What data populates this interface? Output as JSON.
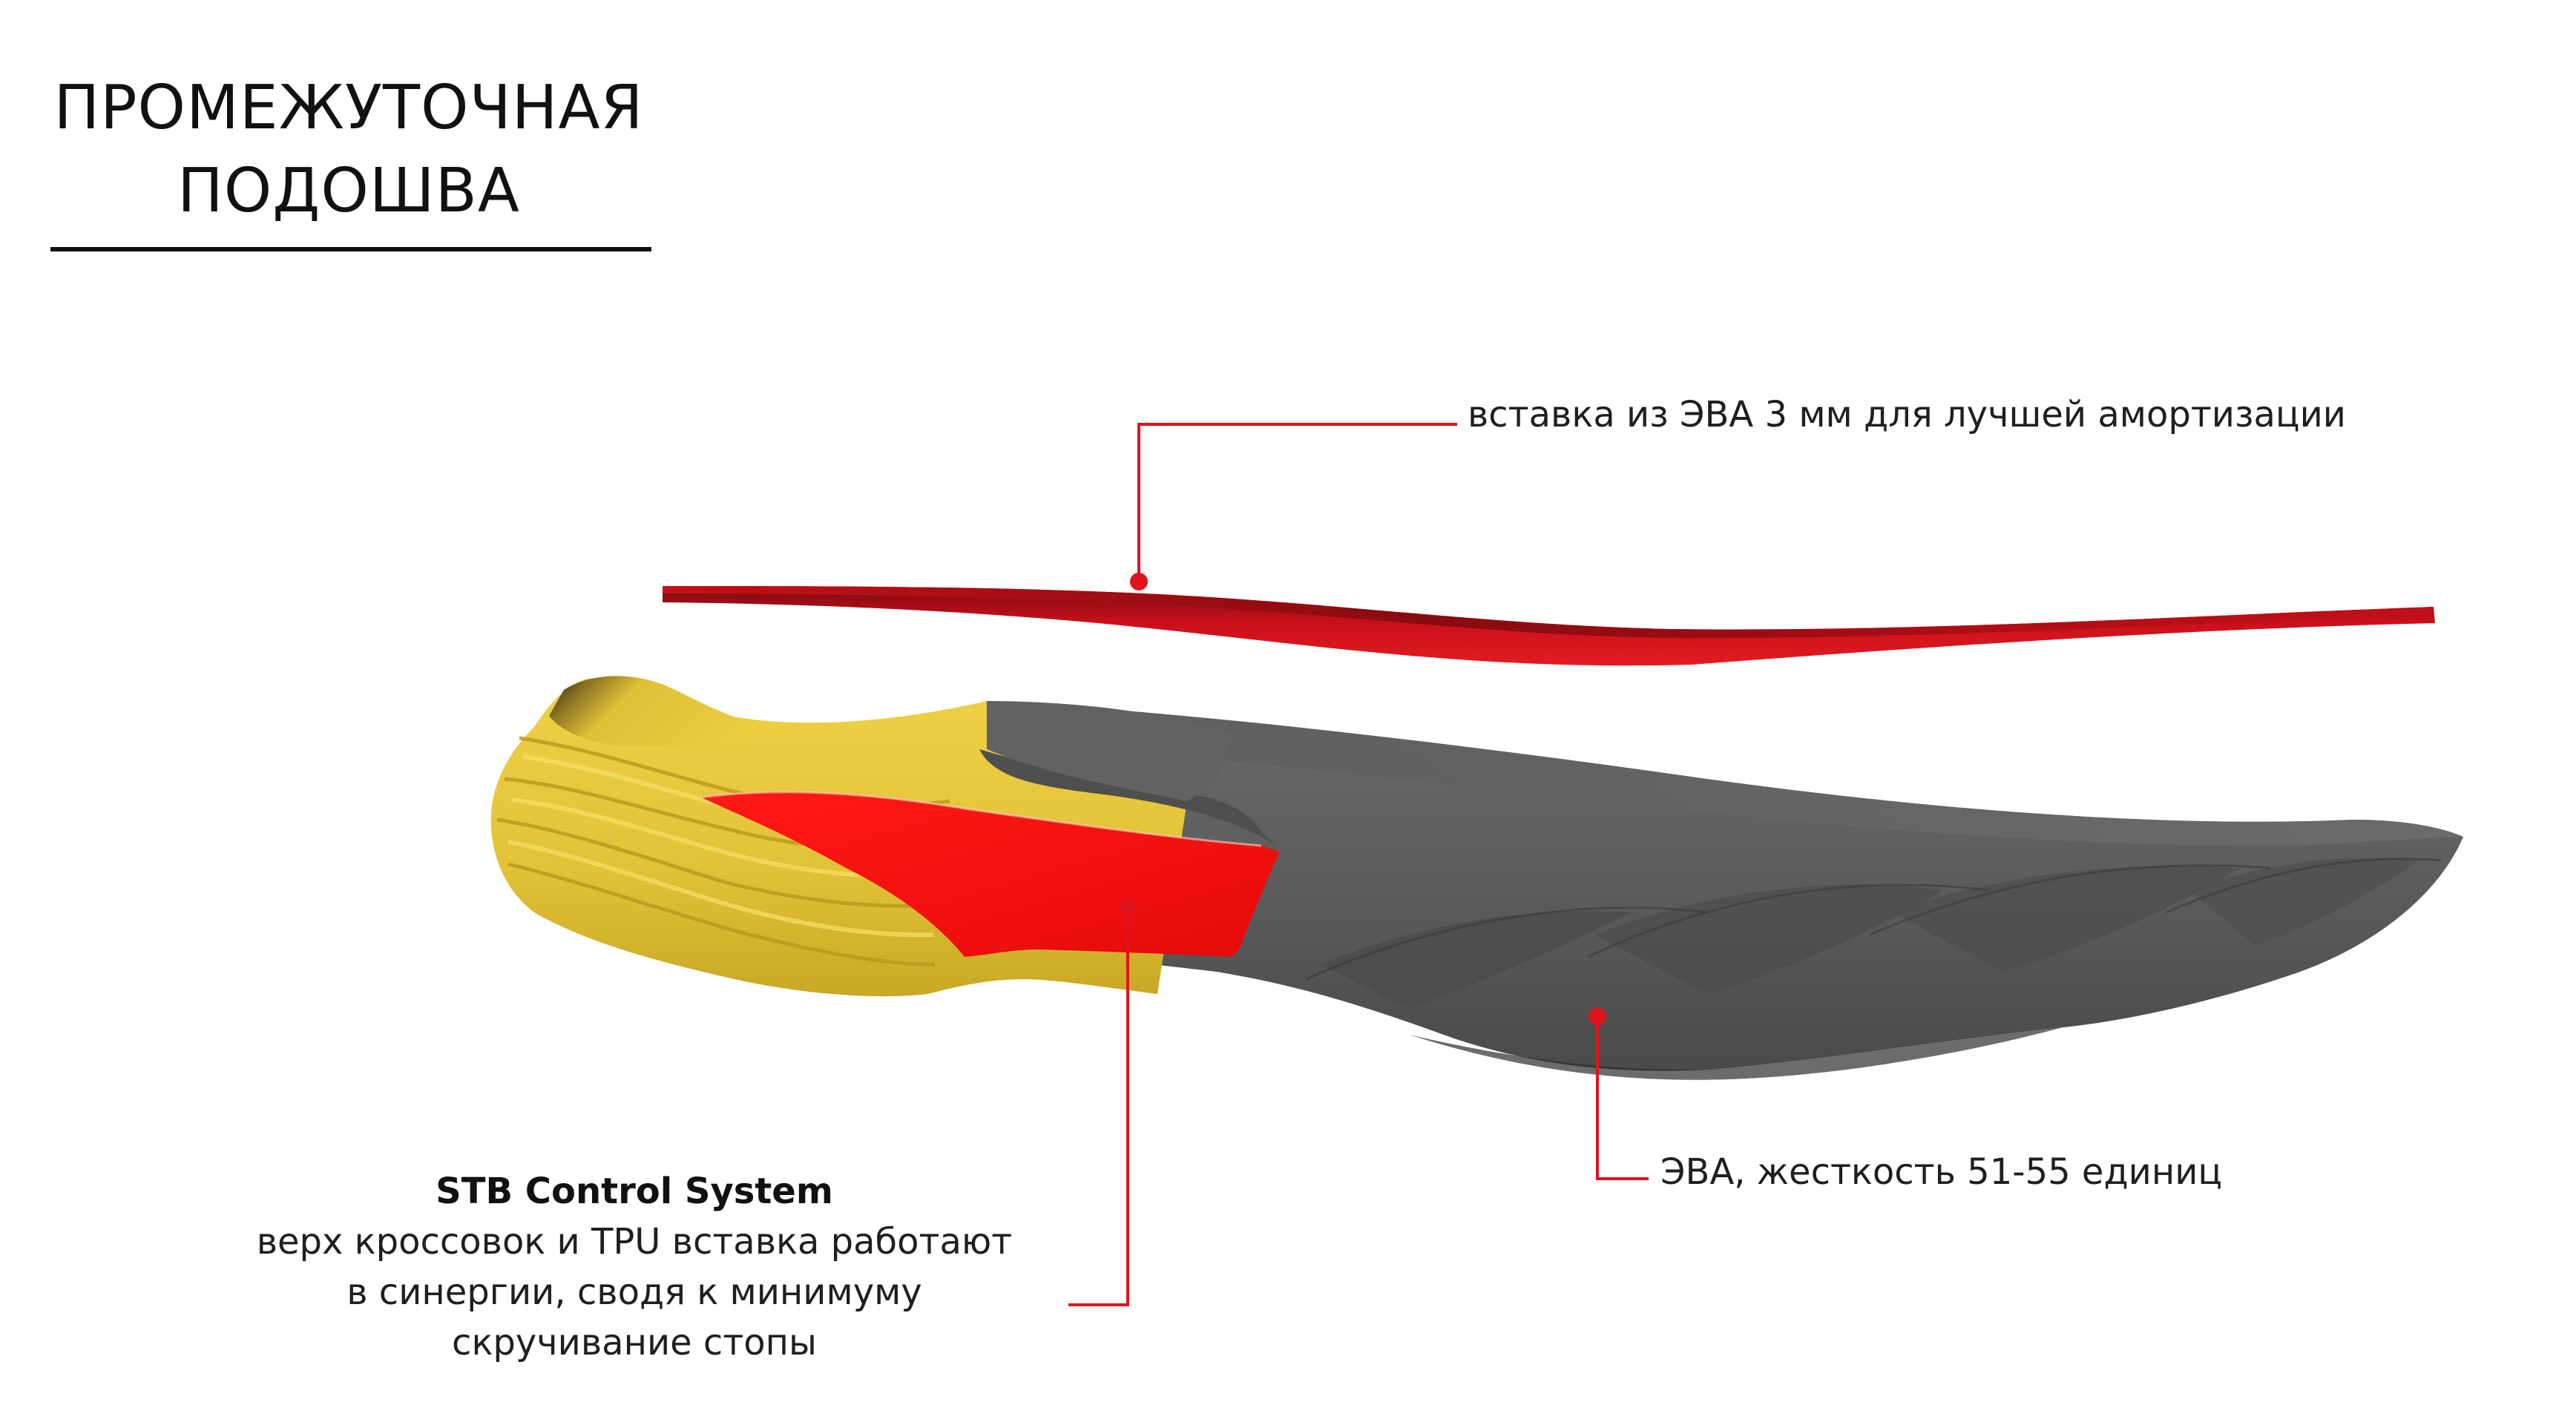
{
  "title": {
    "line1": "ПРОМЕЖУТОЧНАЯ",
    "line2": "ПОДОШВА"
  },
  "callouts": {
    "insert": "вставка из ЭВА 3 мм для лучшей амортизации",
    "eva": "ЭВА, жесткость 51-55 единиц",
    "stb": {
      "title": "STB Control System",
      "lines": [
        "верх кроссовок и TPU вставка работают",
        "в синергии, сводя к минимуму",
        "скручивание стопы"
      ]
    }
  },
  "colors": {
    "callout_line": "#e0141c",
    "insert_red": "#c8101a",
    "tpu_red": "#f20d0d",
    "sole_yellow": "#e6c637",
    "sole_gray": "#5d5d5d",
    "text": "#1f1f1f"
  }
}
